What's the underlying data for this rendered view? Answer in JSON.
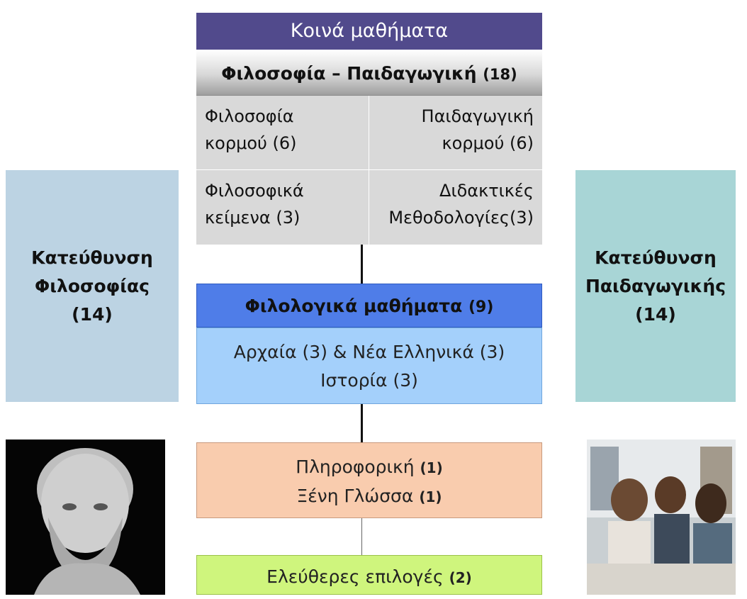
{
  "common": {
    "title": "Κοινά μαθήματα"
  },
  "philosophy_pedagogy": {
    "title": "Φιλοσοφία – Παιδαγωγική",
    "title_count": "(18)",
    "cells": [
      {
        "line1": "Φιλοσοφία",
        "line2": "κορμού (6)"
      },
      {
        "line1": "Παιδαγωγική",
        "line2": "κορμού (6)"
      },
      {
        "line1": "Φιλοσοφικά",
        "line2": "κείμενα (3)"
      },
      {
        "line1": "Διδακτικές",
        "line2": "Μεθοδολογίες(3)"
      }
    ]
  },
  "philology": {
    "title": "Φιλολογικά μαθήματα",
    "title_count": "(9)",
    "line1": "Αρχαία (3)  & Νέα Ελληνικά (3)",
    "line2": "Ιστορία  (3)"
  },
  "other": {
    "informatics": "Πληροφορική",
    "informatics_count": "(1)",
    "foreign_language": "Ξένη Γλώσσα",
    "foreign_language_count": "(1)"
  },
  "electives": {
    "label": "Ελεύθερες επιλογές",
    "count": "(2)"
  },
  "left_track": {
    "line1": "Κατεύθυνση",
    "line2": "Φιλοσοφίας",
    "line3": "(14)"
  },
  "right_track": {
    "line1": "Κατεύθυνση",
    "line2": "Παιδαγωγικής",
    "line3": "(14)"
  },
  "colors": {
    "common_header": "#514a8c",
    "philology_header": "#4f7de8",
    "philology_body": "#a4d0fb",
    "informatics_box": "#f9ccae",
    "electives_box": "#cff57d",
    "left_panel": "#bcd3e3",
    "right_panel": "#a8d5d6"
  }
}
